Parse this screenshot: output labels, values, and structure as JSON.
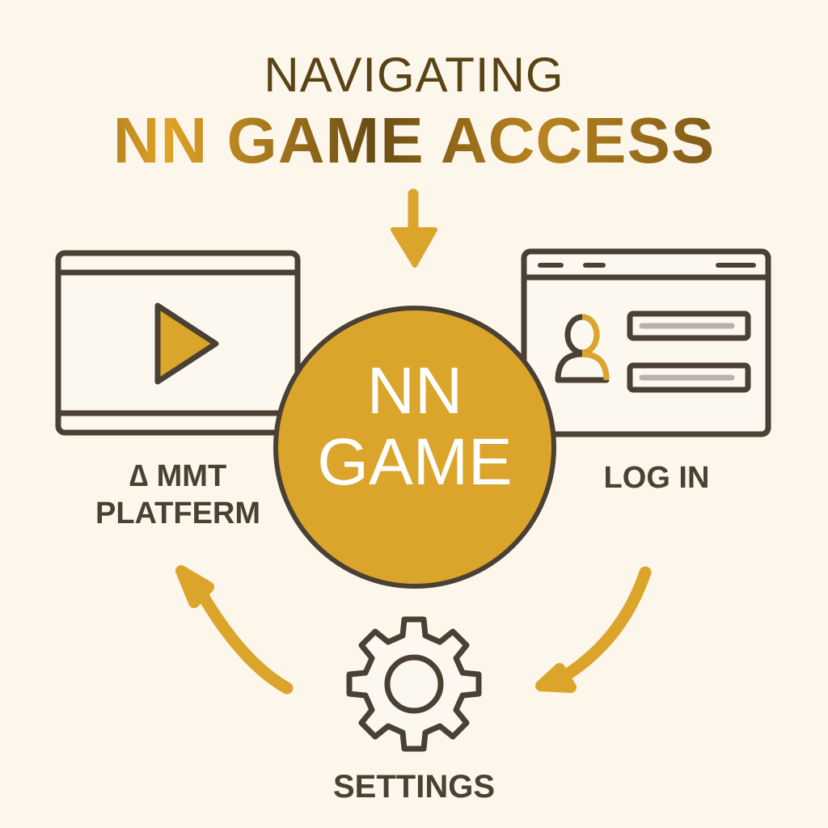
{
  "title": {
    "line1": "NAVIGATING",
    "line2": "NN GAME ACCESS"
  },
  "center": {
    "line1": "NN",
    "line2": "GAME",
    "fill_color": "#dba52c"
  },
  "nodes": {
    "platform": {
      "icon": "video-player-icon",
      "line1": "∆ MMT",
      "line2": "PLATFERM"
    },
    "login": {
      "icon": "login-window-icon",
      "label": "LOG IN"
    },
    "settings": {
      "icon": "gear-icon",
      "label": "SETTINGS"
    }
  },
  "colors": {
    "background": "#fdf6ea",
    "accent": "#dba52c",
    "outline": "#4a4034"
  }
}
